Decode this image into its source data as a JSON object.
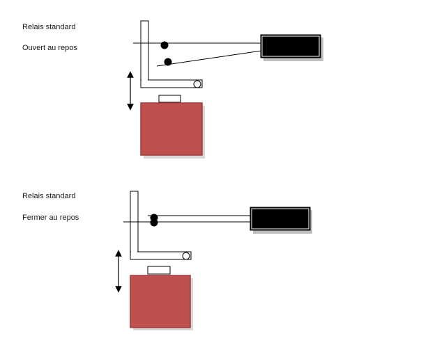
{
  "diagrams": [
    {
      "title": "Relais standard",
      "subtitle": "Ouvert au repos",
      "colors": {
        "coil": "#c0504d",
        "coil_border": "#9c3e3b",
        "terminal": "#000000",
        "shadow": "#bfbfbf"
      }
    },
    {
      "title": "Relais standard",
      "subtitle": "Fermer au repos",
      "colors": {
        "coil": "#c0504d",
        "coil_border": "#9c3e3b",
        "terminal": "#000000",
        "shadow": "#bfbfbf"
      }
    }
  ]
}
